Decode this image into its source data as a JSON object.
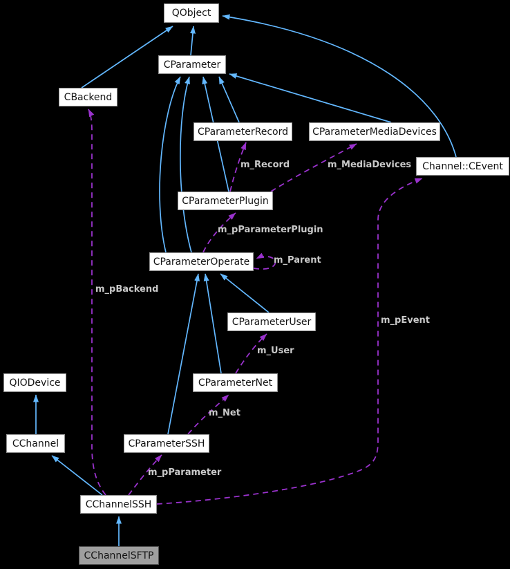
{
  "diagram_type": "class-collaboration-graph",
  "colors": {
    "background": "#000000",
    "node_fill": "#ffffff",
    "node_border": "#8f8f8f",
    "node_text": "#141414",
    "highlighted_node_fill": "#9f9f9f",
    "highlighted_node_border": "#4d4d4d",
    "inheritance_edge": "#63b8ff",
    "usage_edge": "#9a32cd",
    "edge_label_text": "#c9c9c9"
  },
  "nodes": [
    {
      "label": "QObject"
    },
    {
      "label": "CParameter"
    },
    {
      "label": "CBackend"
    },
    {
      "label": "CParameterRecord"
    },
    {
      "label": "CParameterMediaDevices"
    },
    {
      "label": "Channel::CEvent"
    },
    {
      "label": "CParameterPlugin"
    },
    {
      "label": "CParameterOperate"
    },
    {
      "label": "CParameterUser"
    },
    {
      "label": "CParameterNet"
    },
    {
      "label": "QIODevice"
    },
    {
      "label": "CChannel"
    },
    {
      "label": "CParameterSSH"
    },
    {
      "label": "CChannelSSH"
    },
    {
      "label": "CChannelSFTP",
      "highlighted": true
    }
  ],
  "edges": [
    {
      "type": "inheritance",
      "from": "CBackend",
      "to": "QObject"
    },
    {
      "type": "inheritance",
      "from": "CParameter",
      "to": "QObject"
    },
    {
      "type": "inheritance",
      "from": "Channel::CEvent",
      "to": "QObject"
    },
    {
      "type": "inheritance",
      "from": "CParameterRecord",
      "to": "CParameter"
    },
    {
      "type": "inheritance",
      "from": "CParameterMediaDevices",
      "to": "CParameter"
    },
    {
      "type": "inheritance",
      "from": "CParameterPlugin",
      "to": "CParameter"
    },
    {
      "type": "inheritance",
      "from": "CParameterOperate",
      "to": "CParameter"
    },
    {
      "type": "inheritance",
      "from": "CParameterOperate",
      "to": "CParameter"
    },
    {
      "type": "inheritance",
      "from": "CParameterUser",
      "to": "CParameterOperate"
    },
    {
      "type": "inheritance",
      "from": "CParameterNet",
      "to": "CParameterOperate"
    },
    {
      "type": "inheritance",
      "from": "CParameterSSH",
      "to": "CParameterOperate"
    },
    {
      "type": "inheritance",
      "from": "CChannelSSH",
      "to": "CChannel"
    },
    {
      "type": "inheritance",
      "from": "CChannel",
      "to": "QIODevice"
    },
    {
      "type": "inheritance",
      "from": "CChannelSFTP",
      "to": "CChannelSSH"
    },
    {
      "type": "usage",
      "from": "CParameterPlugin",
      "to": "CParameterRecord",
      "label": "m_Record"
    },
    {
      "type": "usage",
      "from": "CParameterPlugin",
      "to": "CParameterMediaDevices",
      "label": "m_MediaDevices"
    },
    {
      "type": "usage",
      "from": "CParameterOperate",
      "to": "CParameterPlugin",
      "label": "m_pParameterPlugin"
    },
    {
      "type": "usage",
      "from": "CParameterOperate",
      "to": "CParameterOperate",
      "label": "m_Parent"
    },
    {
      "type": "usage",
      "from": "CChannelSSH",
      "to": "CBackend",
      "label": "m_pBackend"
    },
    {
      "type": "usage",
      "from": "CParameterNet",
      "to": "CParameterUser",
      "label": "m_User"
    },
    {
      "type": "usage",
      "from": "CParameterSSH",
      "to": "CParameterNet",
      "label": "m_Net"
    },
    {
      "type": "usage",
      "from": "CChannelSSH",
      "to": "CParameterSSH",
      "label": "m_pParameter"
    },
    {
      "type": "usage",
      "from": "CChannelSSH",
      "to": "Channel::CEvent",
      "label": "m_pEvent"
    }
  ]
}
